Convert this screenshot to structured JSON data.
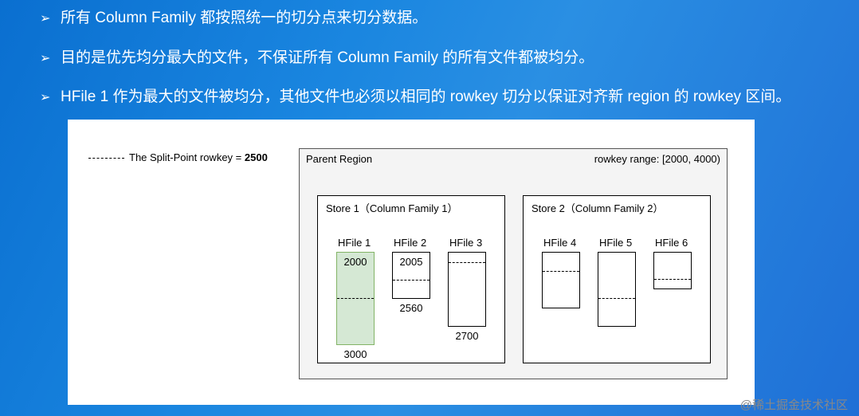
{
  "bullets": [
    {
      "arrow": "➢",
      "text": "所有 Column Family 都按照统一的切分点来切分数据。"
    },
    {
      "arrow": "➢",
      "text": "目的是优先均分最大的文件，不保证所有 Column Family 的所有文件都被均分。"
    },
    {
      "arrow": "➢",
      "text": "HFile 1 作为最大的文件被均分，其他文件也必须以相同的 rowkey 切分以保证对齐新 region 的 rowkey 区间。"
    }
  ],
  "diagram": {
    "legend_prefix": "The Split-Point rowkey = ",
    "split_point": "2500",
    "parent_region_label": "Parent Region",
    "rowkey_range_label": "rowkey range: [2000, 4000)",
    "stores": [
      {
        "label": "Store 1（Column Family 1）",
        "hfiles": [
          {
            "name": "HFile 1",
            "start": "2000",
            "end": "3000",
            "highlight": true
          },
          {
            "name": "HFile 2",
            "start": "2005",
            "end": "2560",
            "highlight": false
          },
          {
            "name": "HFile 3",
            "start": "",
            "end": "2700",
            "highlight": false
          }
        ]
      },
      {
        "label": "Store 2（Column Family 2）",
        "hfiles": [
          {
            "name": "HFile 4",
            "start": "",
            "end": "",
            "highlight": false
          },
          {
            "name": "HFile 5",
            "start": "",
            "end": "",
            "highlight": false
          },
          {
            "name": "HFile 6",
            "start": "",
            "end": "",
            "highlight": false
          }
        ]
      }
    ]
  },
  "watermark": "@稀土掘金技术社区",
  "colors": {
    "highlight_fill": "#d5e8d4",
    "highlight_border": "#82b366",
    "background": "#1a86e0"
  }
}
